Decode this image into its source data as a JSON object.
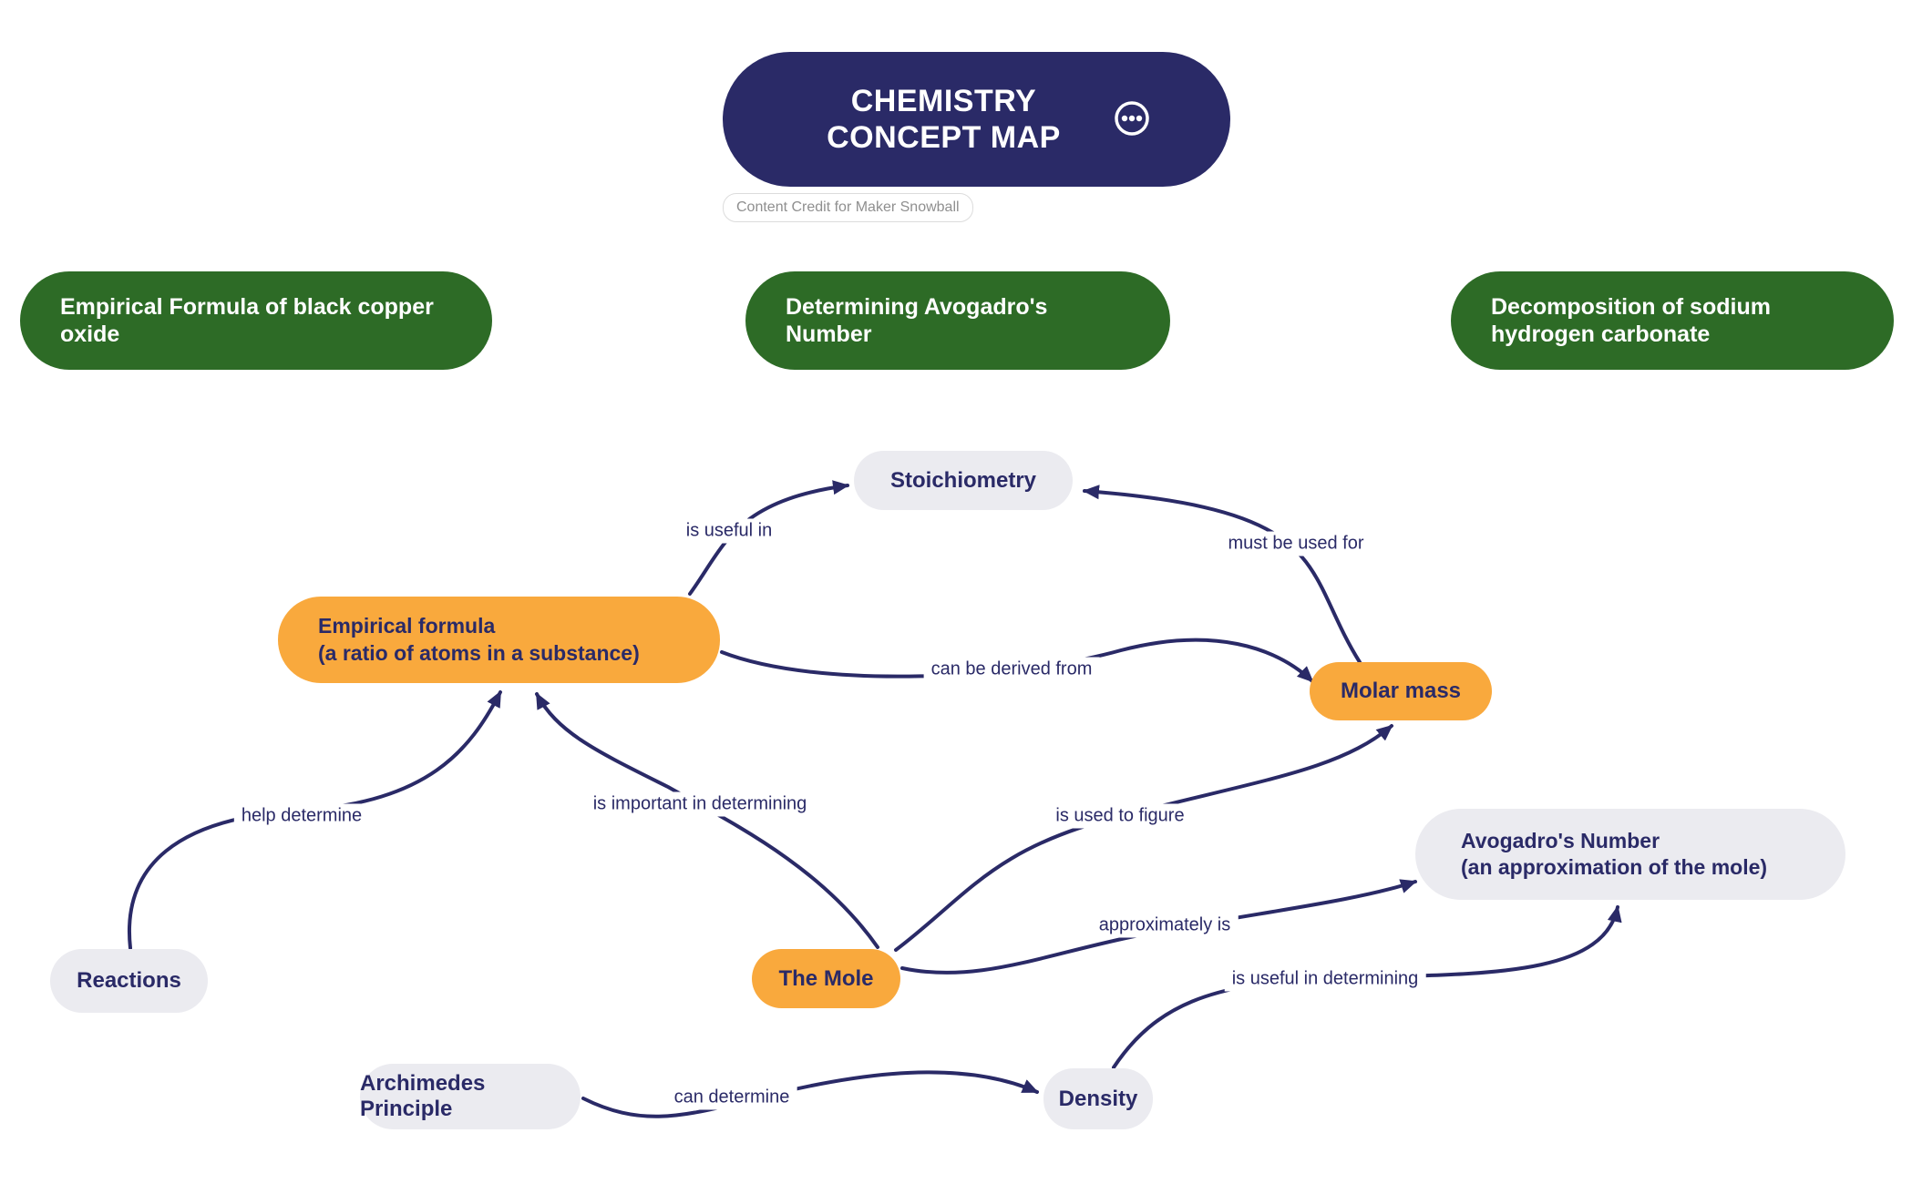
{
  "header": {
    "title_line1": "CHEMISTRY",
    "title_line2": "CONCEPT MAP",
    "menu_icon": "ellipsis-circle-icon",
    "credit": "Content Credit for Maker Snowball"
  },
  "topics": [
    {
      "label": "Empirical Formula of black copper oxide"
    },
    {
      "label": "Determining Avogadro's Number"
    },
    {
      "label": "Decomposition of sodium hydrogen carbonate"
    }
  ],
  "nodes": {
    "stoichiometry": {
      "label": "Stoichiometry",
      "style": "gray"
    },
    "empirical_formula": {
      "line1": "Empirical formula",
      "line2": "(a ratio of atoms in a substance)",
      "style": "orange"
    },
    "molar_mass": {
      "label": "Molar mass",
      "style": "orange"
    },
    "the_mole": {
      "label": "The Mole",
      "style": "orange"
    },
    "avogadros_number": {
      "line1": "Avogadro's Number",
      "line2": "(an approximation of the mole)",
      "style": "gray"
    },
    "reactions": {
      "label": "Reactions",
      "style": "gray"
    },
    "archimedes_principle": {
      "label": "Archimedes Principle",
      "style": "gray"
    },
    "density": {
      "label": "Density",
      "style": "gray"
    }
  },
  "edges": [
    {
      "from": "empirical_formula",
      "to": "stoichiometry",
      "label": "is useful in"
    },
    {
      "from": "molar_mass",
      "to": "stoichiometry",
      "label": "must be used for"
    },
    {
      "from": "empirical_formula",
      "to": "molar_mass",
      "label": "can be derived from"
    },
    {
      "from": "reactions",
      "to": "empirical_formula",
      "label": "help determine"
    },
    {
      "from": "the_mole",
      "to": "empirical_formula",
      "label": "is important in determining"
    },
    {
      "from": "the_mole",
      "to": "molar_mass",
      "label": "is used to figure"
    },
    {
      "from": "the_mole",
      "to": "avogadros_number",
      "label": "approximately is"
    },
    {
      "from": "density",
      "to": "avogadros_number",
      "label": "is useful in determining"
    },
    {
      "from": "archimedes_principle",
      "to": "density",
      "label": "can determine"
    }
  ],
  "colors": {
    "navy": "#2a2a67",
    "green": "#2d6b26",
    "orange": "#f9a93d",
    "node_gray": "#ebebf0",
    "arrow": "#2a2a67"
  }
}
